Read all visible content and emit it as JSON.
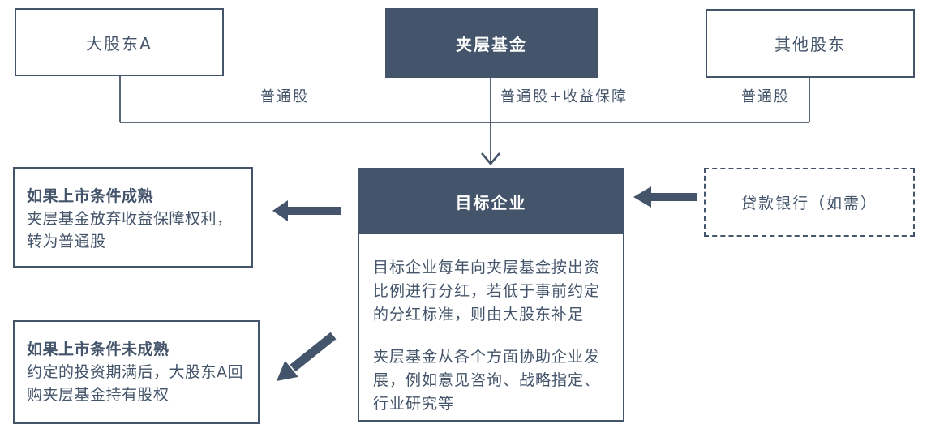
{
  "colors": {
    "dark_slate": "#44546A",
    "box_background": "#FFFFFF",
    "line": "#44546A",
    "dark_box_text": "#FFFFFF"
  },
  "top_row": {
    "shareholder_a": {
      "label": "大股东A"
    },
    "mezzanine_fund": {
      "label": "夹层基金"
    },
    "other_shareholders": {
      "label": "其他股东"
    }
  },
  "edge_labels": {
    "shareholder_a": "普通股",
    "mezzanine_fund": "普通股+收益保障",
    "other_shareholders": "普通股"
  },
  "target_company": {
    "title": "目标企业",
    "paragraph1": "目标企业每年向夹层基金按出资比例进行分红，若低于事前约定的分红标准，则由大股东补足",
    "paragraph2": "夹层基金从各个方面协助企业发展，例如意见咨询、战略指定、行业研究等"
  },
  "loan_bank": {
    "label": "贷款银行（如需）"
  },
  "outcome_mature": {
    "title": "如果上市条件成熟",
    "body": "夹层基金放弃收益保障权利，转为普通股"
  },
  "outcome_immature": {
    "title": "如果上市条件未成熟",
    "body": "约定的投资期满后，大股东A回购夹层基金持有股权"
  }
}
